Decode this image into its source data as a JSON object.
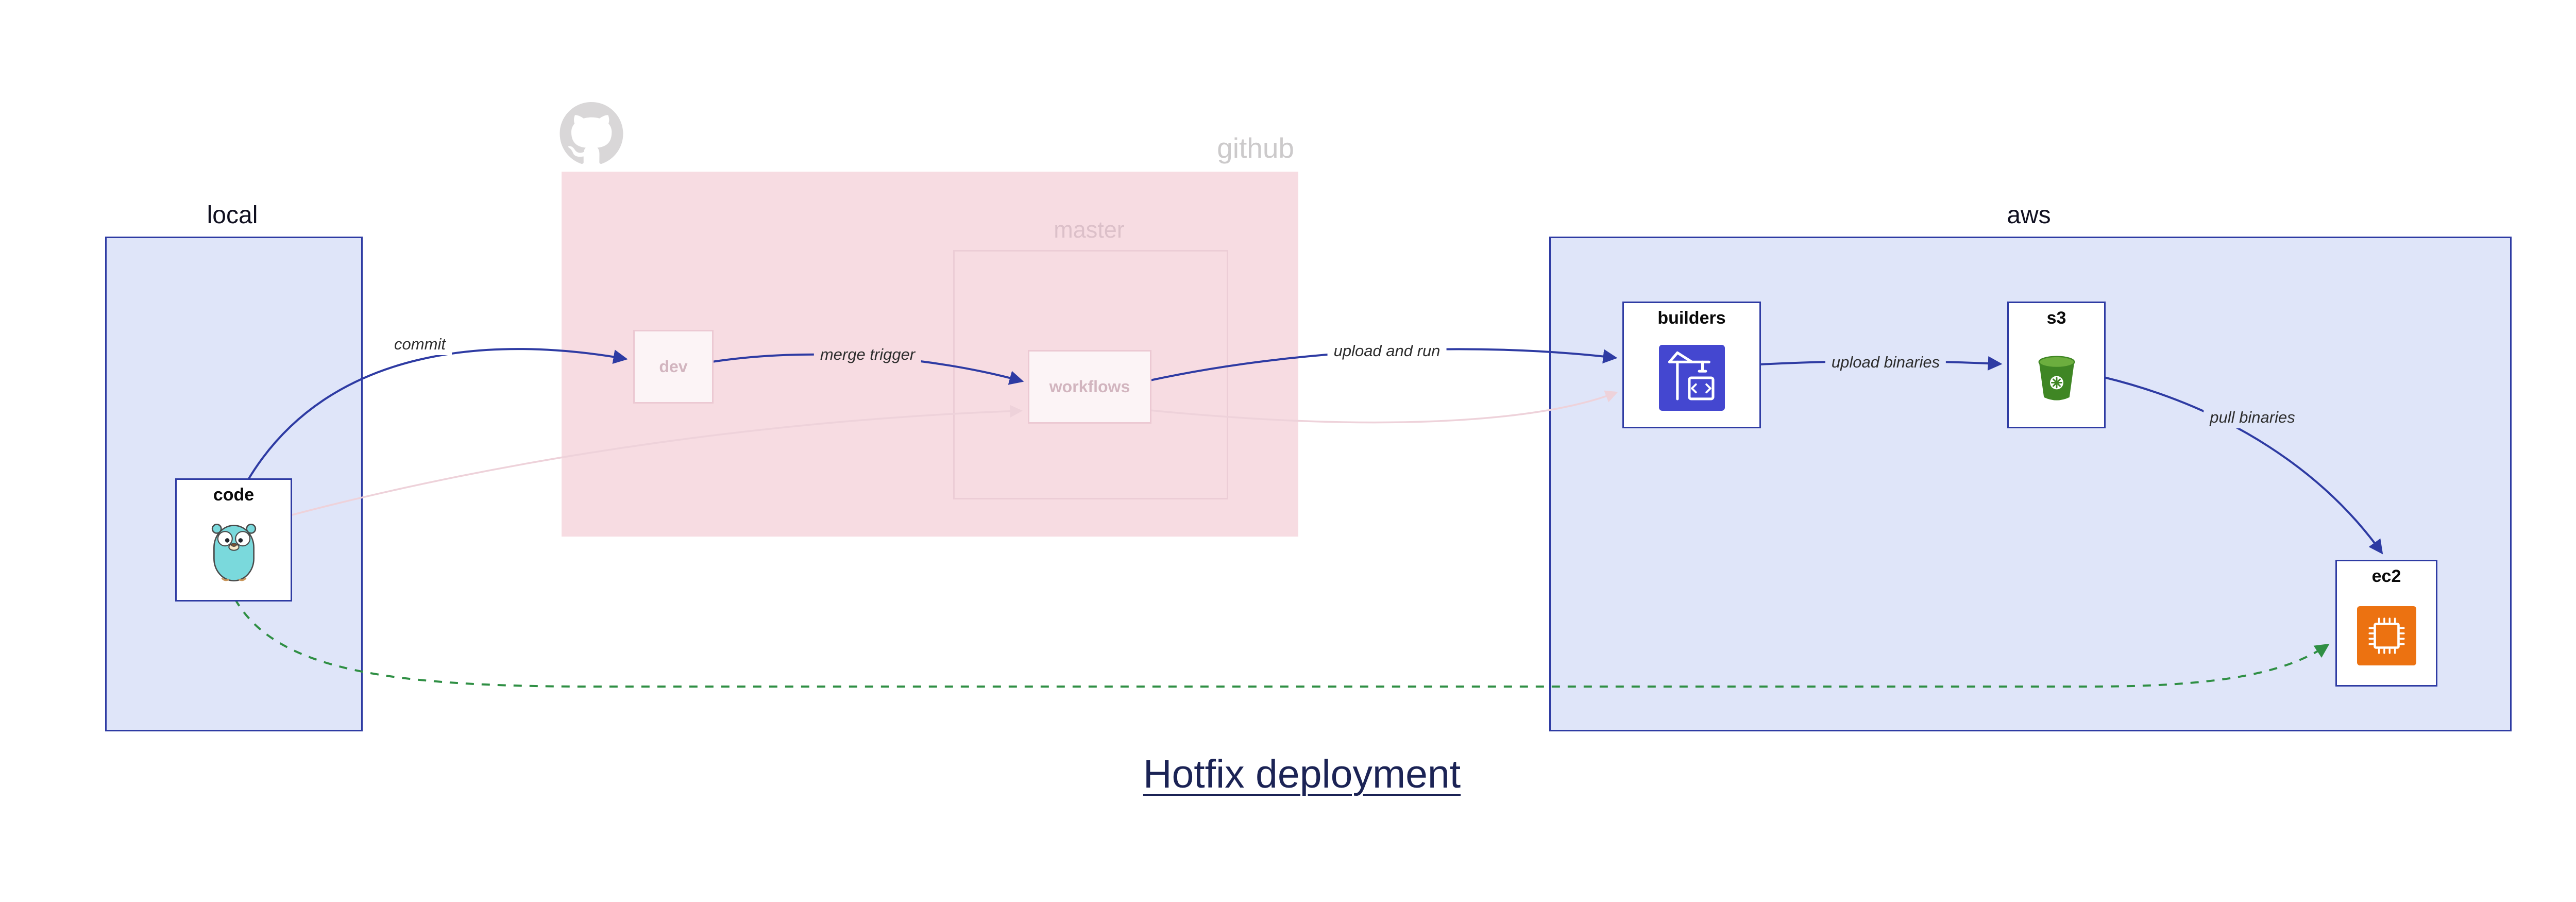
{
  "diagram": {
    "title": "Hotfix deployment"
  },
  "containers": {
    "local": {
      "label": "local"
    },
    "github": {
      "label": "github",
      "logo_icon": "github-octocat-icon"
    },
    "master": {
      "label": "master"
    },
    "aws": {
      "label": "aws"
    }
  },
  "nodes": {
    "code": {
      "label": "code",
      "icon": "go-gopher-icon",
      "state": "active"
    },
    "dev": {
      "label": "dev",
      "state": "faded"
    },
    "workflows": {
      "label": "workflows",
      "state": "faded"
    },
    "builders": {
      "label": "builders",
      "icon": "codebuild-crane-icon",
      "state": "active"
    },
    "s3": {
      "label": "s3",
      "icon": "s3-bucket-icon",
      "state": "active"
    },
    "ec2": {
      "label": "ec2",
      "icon": "ec2-chip-icon",
      "state": "active"
    }
  },
  "edges": {
    "commit": {
      "label": "commit",
      "from": "code",
      "to": "dev",
      "style": "solid-blue"
    },
    "merge_trigger": {
      "label": "merge trigger",
      "from": "dev",
      "to": "workflows",
      "style": "solid-blue"
    },
    "upload_and_run": {
      "label": "upload and run",
      "from": "workflows",
      "to": "builders",
      "style": "solid-blue"
    },
    "upload_binaries": {
      "label": "upload binaries",
      "from": "builders",
      "to": "s3",
      "style": "solid-blue"
    },
    "pull_binaries": {
      "label": "pull binaries",
      "from": "s3",
      "to": "ec2",
      "style": "solid-blue"
    },
    "hotfix_path": {
      "label": "",
      "from": "code",
      "to": "ec2",
      "style": "dashed-green"
    },
    "faded_path_1": {
      "label": "",
      "from": "code",
      "to": "workflows",
      "style": "faded-pink"
    },
    "faded_path_2": {
      "label": "",
      "from": "workflows",
      "to": "builders",
      "style": "faded-pink"
    }
  },
  "colors": {
    "accent_blue": "#2e3ba3",
    "container_blue_fill": "#dfe5f9",
    "github_pink_fill": "#f7dce2",
    "faded_pink": "#eccdd6",
    "hotfix_green": "#2f8f44",
    "title_color": "#1b2355",
    "builders_icon_bg": "#4447d0",
    "s3_icon_green": "#3f8624",
    "ec2_icon_orange": "#ec7211",
    "gopher_teal": "#7ad9dc"
  }
}
